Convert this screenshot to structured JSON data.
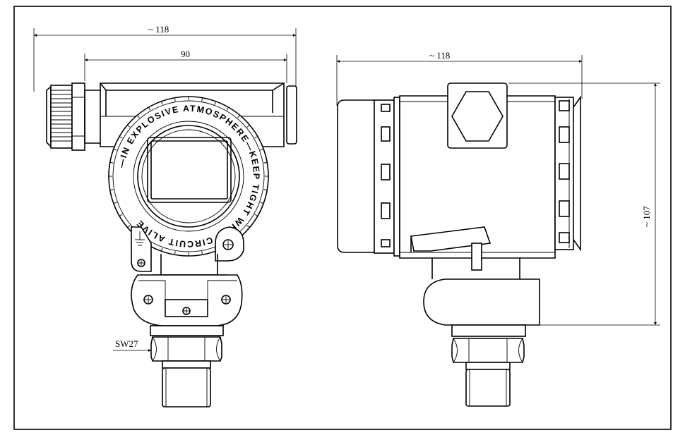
{
  "drawing": {
    "front_view": {
      "dim_overall_width": "~ 118",
      "dim_housing_width": "90",
      "ring_inscription": "—IN EXPLOSIVE ATMOSPHERE—KEEP TIGHT WHEN CIRCUIT ALIVE",
      "hex_label": "SW27"
    },
    "side_view": {
      "dim_width": "~ 118",
      "dim_height": "~ 107"
    }
  }
}
